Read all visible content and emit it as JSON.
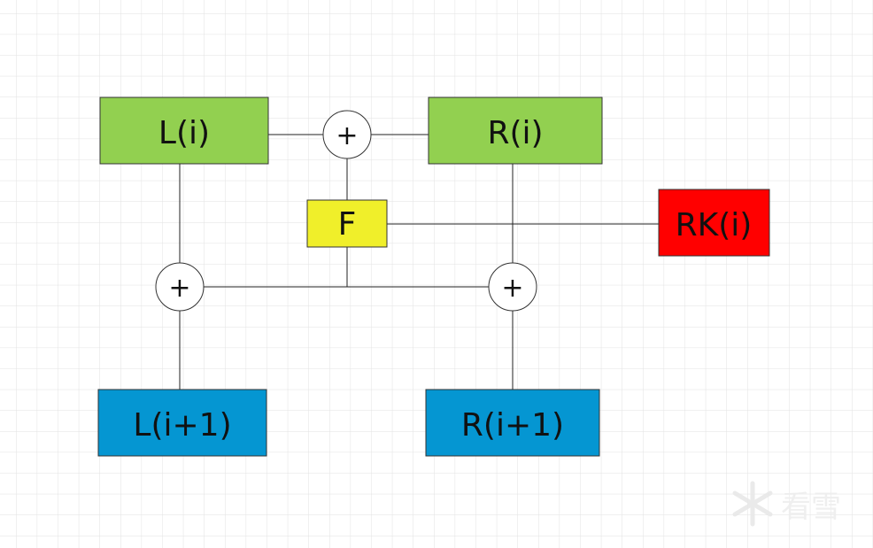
{
  "nodes": {
    "l_i": {
      "label": "L(i)",
      "color": "#92d050"
    },
    "r_i": {
      "label": "R(i)",
      "color": "#92d050"
    },
    "f": {
      "label": "F",
      "color": "#f0ef2a"
    },
    "rk_i": {
      "label": "RK(i)",
      "color": "#ff0000"
    },
    "l_next": {
      "label": "L(i+1)",
      "color": "#0596d2"
    },
    "r_next": {
      "label": "R(i+1)",
      "color": "#0596d2"
    }
  },
  "xor": {
    "symbol": "+"
  },
  "watermark": {
    "text": "看雪"
  }
}
